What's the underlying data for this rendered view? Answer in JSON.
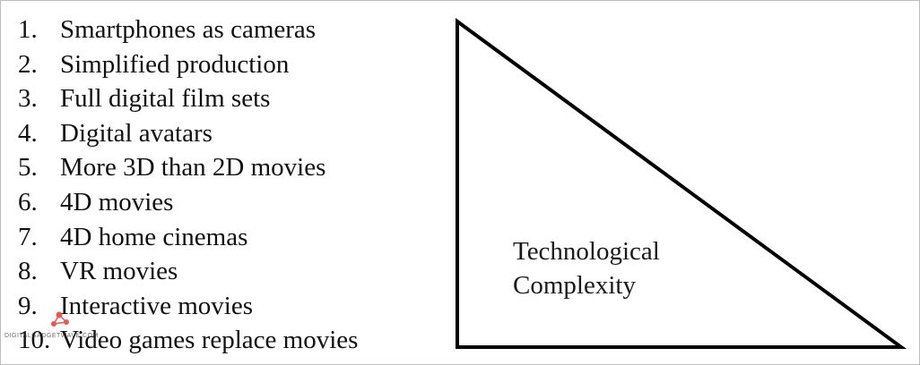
{
  "list": {
    "items": [
      {
        "num": "1.",
        "text": "Smartphones as cameras"
      },
      {
        "num": "2.",
        "text": "Simplified production"
      },
      {
        "num": "3.",
        "text": "Full digital film sets"
      },
      {
        "num": "4.",
        "text": "Digital avatars"
      },
      {
        "num": "5.",
        "text": "More 3D than 2D movies"
      },
      {
        "num": "6.",
        "text": "4D movies"
      },
      {
        "num": "7.",
        "text": "4D home cinemas"
      },
      {
        "num": "8.",
        "text": "VR movies"
      },
      {
        "num": "9.",
        "text": "Interactive movies"
      },
      {
        "num": "10.",
        "text": "Video games replace movies"
      }
    ]
  },
  "triangle": {
    "label_line1": "Technological",
    "label_line2": "Complexity",
    "stroke_color": "#000000"
  },
  "watermark": {
    "text": "DIGITALGADGETWAVE.COM",
    "logo_color": "#e53935"
  }
}
